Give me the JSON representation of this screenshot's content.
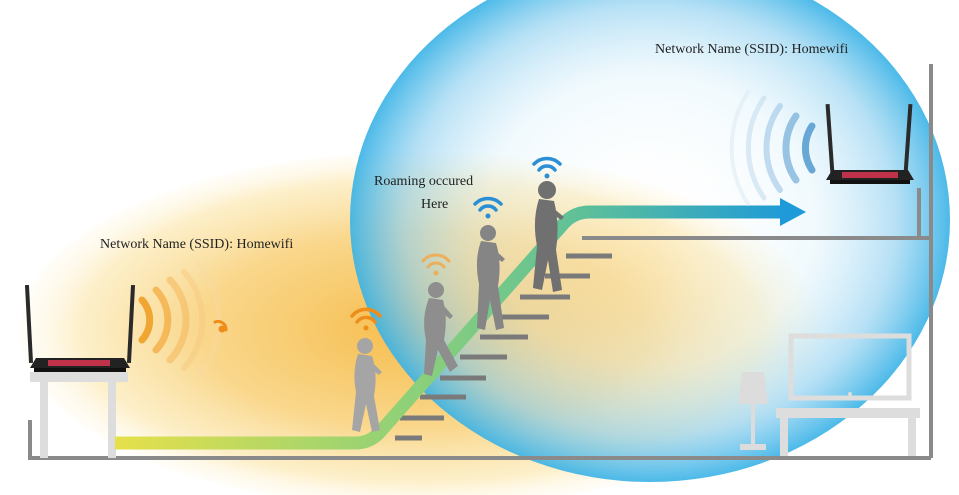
{
  "left_network": {
    "ssid_text": "Network Name (SSID): Homewifi",
    "coverage_color": "#f5b52a"
  },
  "right_network": {
    "ssid_text": "Network Name (SSID): Homewifi",
    "coverage_color": "#2fa6e0"
  },
  "roaming": {
    "line1": "Roaming occured",
    "line2": "Here"
  },
  "colors": {
    "router_body": "#222222",
    "router_led": "#c0324a",
    "wall": "#8a8a8a",
    "stairs": "#7a7a7a",
    "person": "#9a9a9a",
    "path_start": "#e6e04a",
    "path_mid": "#7cc77a",
    "path_end": "#1e9ad8",
    "wifi_orange": "#ef8d1a",
    "wifi_blue": "#2a8fd4",
    "furniture": "#dcdcdc"
  },
  "person_signal": [
    {
      "icon": "wifi-icon",
      "color": "orange"
    },
    {
      "icon": "wifi-icon",
      "color": "faded-orange"
    },
    {
      "icon": "wifi-icon",
      "color": "blue"
    },
    {
      "icon": "wifi-icon",
      "color": "blue"
    }
  ]
}
